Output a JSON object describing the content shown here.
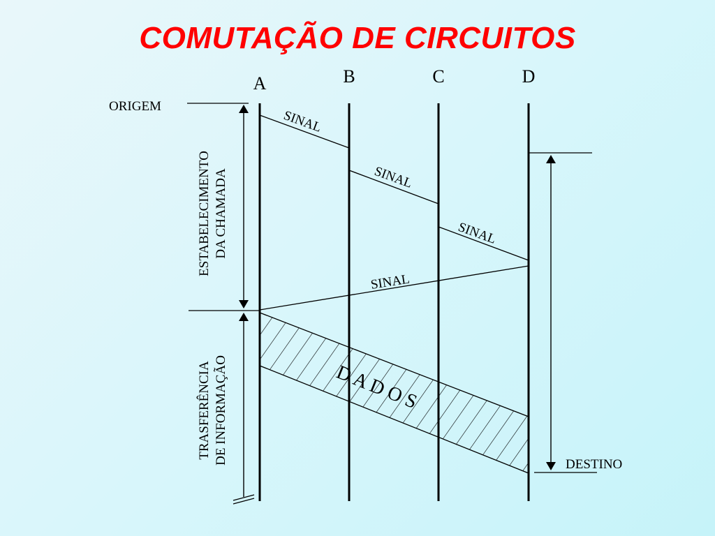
{
  "title": "COMUTAÇÃO DE CIRCUITOS",
  "nodes": [
    "A",
    "B",
    "C",
    "D"
  ],
  "labels": {
    "origem": "ORIGEM",
    "destino": "DESTINO",
    "estabelecimento_line1": "ESTABELECIMENTO",
    "estabelecimento_line2": "DA CHAMADA",
    "transferencia_line1": "TRASFERÊNCIA",
    "transferencia_line2": "DE INFORMAÇÃO",
    "dados": "D A D O S"
  },
  "signals": [
    "SINAL",
    "SINAL",
    "SINAL",
    "SINAL"
  ],
  "colors": {
    "title": "#ff0000",
    "lines": "#000000"
  }
}
